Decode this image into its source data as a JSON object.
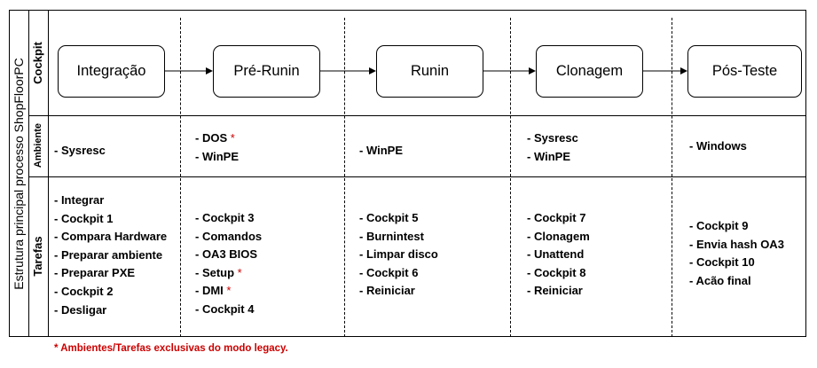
{
  "outer_label": "Estrutura principal processo ShopFloorPC",
  "row_labels": {
    "cockpit": "Cockpit",
    "ambiente": "Ambiente",
    "tarefas": "Tarefas"
  },
  "stages": [
    "Integração",
    "Pré-Runin",
    "Runin",
    "Clonagem",
    "Pós-Teste"
  ],
  "ambientes": [
    [
      "- Sysresc"
    ],
    [
      "- DOS *",
      "- WinPE"
    ],
    [
      "- WinPE"
    ],
    [
      "- Sysresc",
      "- WinPE"
    ],
    [
      "- Windows"
    ]
  ],
  "tarefas": [
    [
      "- Integrar",
      "- Cockpit 1",
      "- Compara Hardware",
      "- Preparar ambiente",
      "- Preparar PXE",
      "- Cockpit 2",
      "- Desligar"
    ],
    [
      "- Cockpit 3",
      "- Comandos",
      "- OA3 BIOS",
      "- Setup *",
      "- DMI *",
      "- Cockpit 4"
    ],
    [
      "- Cockpit 5",
      "- Burnintest",
      "- Limpar disco",
      "- Cockpit 6",
      "- Reiniciar"
    ],
    [
      "- Cockpit 7",
      "- Clonagem",
      "- Unattend",
      "- Cockpit 8",
      "- Reiniciar"
    ],
    [
      "- Cockpit 9",
      "- Envia hash OA3",
      "- Cockpit 10",
      "- Acão final"
    ]
  ],
  "footnote": "* Ambientes/Tarefas exclusivas do modo legacy.",
  "colors": {
    "line": "#000000",
    "legacy_marker": "#cc0000"
  }
}
